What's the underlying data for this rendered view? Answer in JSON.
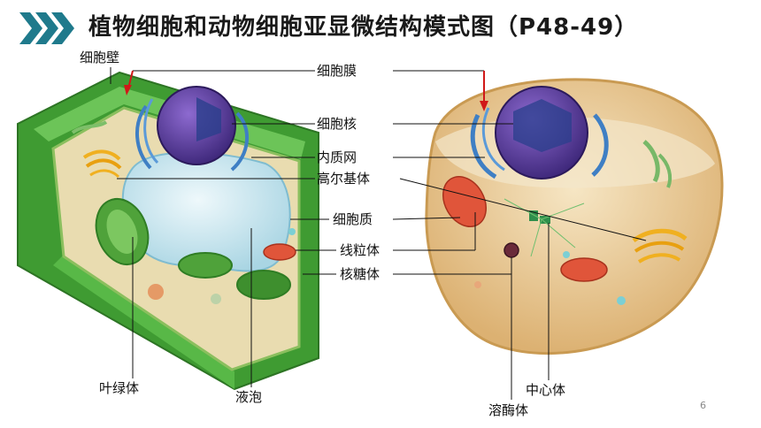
{
  "title": "植物细胞和动物细胞亚显微结构模式图（P48-49）",
  "labels": {
    "cell_wall": "细胞壁",
    "cell_membrane": "细胞膜",
    "nucleus": "细胞核",
    "er": "内质网",
    "golgi": "高尔基体",
    "cytoplasm": "细胞质",
    "mitochondria": "线粒体",
    "ribosome": "核糖体",
    "chloroplast": "叶绿体",
    "vacuole": "液泡",
    "centrosome": "中心体",
    "lysosome": "溶酶体"
  },
  "page_number": "6",
  "colors": {
    "accent": "#1f7a8c",
    "pointer_red": "#d01818",
    "plant_wall": "#4caf3a",
    "nucleus": "#5a3d9a",
    "er": "#3f7fc4",
    "mitochondria": "#e0553a",
    "golgi": "#f0b020",
    "cytoplasm_animal": "#e8c98c"
  }
}
